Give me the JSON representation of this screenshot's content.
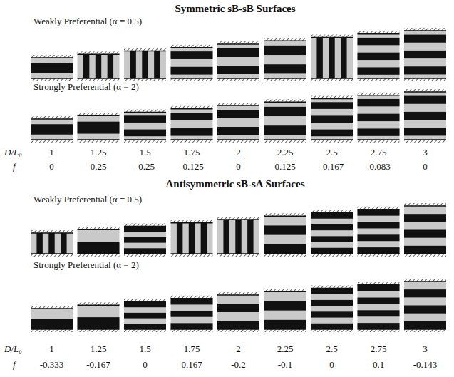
{
  "diagram": {
    "labels": [
      "Symmetric sB-sB Surfaces",
      "Weakly Preferential (α = 0.5)",
      "Strongly Preferential (α = 2)",
      "D/L₀",
      "1",
      "1.25",
      "1.5",
      "1.75",
      "2",
      "2.25",
      "2.5",
      "2.75",
      "3",
      "f",
      "0",
      "0.25",
      "-0.25",
      "-0.125",
      "0",
      "0.125",
      "-0.167",
      "-0.083",
      "0",
      "Antisymmetric sB-sA Surfaces",
      "Weakly Preferential (α = 0.5)",
      "Strongly Preferential (α = 2)",
      "D/L₀",
      "1",
      "1.25",
      "1.5",
      "1.75",
      "2",
      "2.25",
      "2.5",
      "2.75",
      "3",
      "f",
      "-0.333",
      "-0.167",
      "0",
      "0.167",
      "-0.2",
      "-0.1",
      "0",
      "0.1",
      "-0.143"
    ]
  }
}
